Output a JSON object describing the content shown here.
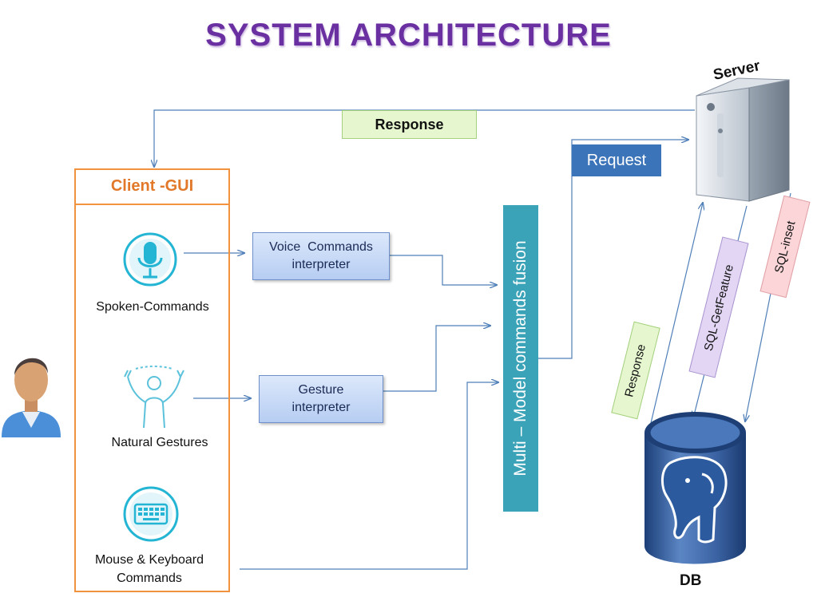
{
  "title": "SYSTEM ARCHITECTURE",
  "client": {
    "title": "Client -GUI",
    "inputs": [
      {
        "label": "Spoken-Commands",
        "icon": "microphone-icon"
      },
      {
        "label": "Natural Gestures",
        "icon": "gesture-icon"
      },
      {
        "label_line1": "Mouse & Keyboard",
        "label_line2": "Commands",
        "icon": "keyboard-icon"
      }
    ]
  },
  "interpreters": {
    "voice_line1": "Voice  Commands",
    "voice_line2": "interpreter",
    "gesture_line1": "Gesture",
    "gesture_line2": "interpreter"
  },
  "fusion": "Multi – Model commands fusion",
  "request": "Request",
  "response_top": "Response",
  "server": "Server",
  "db": "DB",
  "db_links": {
    "response": "Response",
    "sql_getfeature": "SQL-GetFeature",
    "sql_inset": "SQL-inset"
  },
  "colors": {
    "title": "#6a2fa0",
    "client_border": "#f0923e",
    "fusion": "#3aa3b8",
    "request": "#3b74b8",
    "response_box": "#e6f7d0",
    "sql_getfeature_box": "#e2d6f4",
    "sql_inset_box": "#fbd5d8",
    "arrows": "#4f7fb8"
  }
}
